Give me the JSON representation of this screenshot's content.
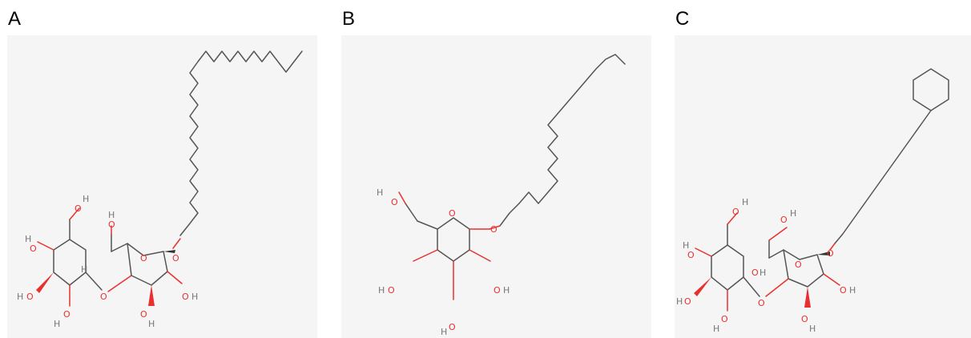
{
  "figure": {
    "panels": [
      {
        "label": "A",
        "atoms": [
          "O",
          "O",
          "O",
          "H",
          "O",
          "H",
          "O",
          "H",
          "O",
          "H",
          "O",
          "H",
          "O",
          "H",
          "O",
          "H",
          "O",
          "H"
        ]
      },
      {
        "label": "B",
        "atoms": [
          "O",
          "O",
          "O",
          "H",
          "O",
          "H",
          "O",
          "H",
          "O",
          "H"
        ]
      },
      {
        "label": "C",
        "atoms": [
          "O",
          "O",
          "O",
          "O",
          "H",
          "O",
          "H",
          "O",
          "H",
          "O",
          "H",
          "O",
          "H",
          "O",
          "H",
          "O",
          "H",
          "O",
          "H"
        ]
      }
    ],
    "colors": {
      "bond": "#555555",
      "oxygen": "#e8312f",
      "hydrogen": "#777777",
      "panel_background": "#f5f5f5"
    }
  }
}
